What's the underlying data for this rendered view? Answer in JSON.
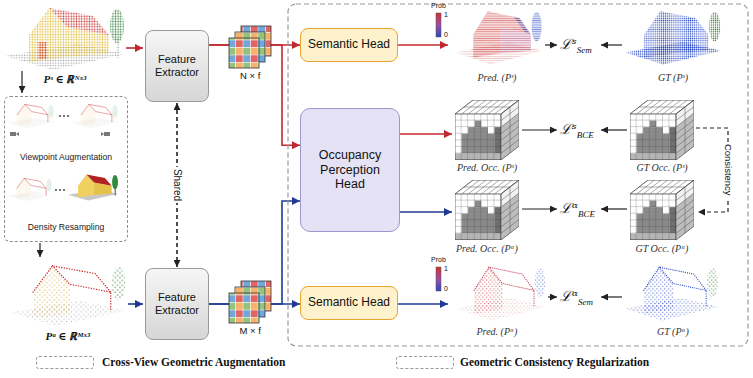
{
  "diagram": {
    "nodes": [
      {
        "text": [
          "Viewpoint Augmentation",
          "Density Resampling"
        ]
      },
      {
        "text": [
          "Feature Extractor"
        ]
      },
      {
        "text": [
          "Feature Extractor"
        ]
      },
      {
        "text": [
          "Semantic Head"
        ]
      },
      {
        "text": [
          "Occupancy Perception Head"
        ]
      },
      {
        "text": [
          "Semantic Head"
        ]
      }
    ],
    "edges": [
      {
        "from": 1,
        "to": 3,
        "arrow": "to"
      },
      {
        "from": 1,
        "to": 4,
        "arrow": "to"
      },
      {
        "from": 2,
        "to": 5,
        "arrow": "to"
      },
      {
        "from": 2,
        "to": 4,
        "arrow": "to"
      },
      {
        "from": 1,
        "to": 2,
        "arrow": "both",
        "label": "Shared"
      }
    ],
    "labels": [
      "Pˢ ∈ ℝᴺˣ³",
      "Pᵅ ∈ ℝᴹˣ³",
      "N × f",
      "M × f",
      "Prob",
      "1",
      "0",
      "Pred. (Pˢ)",
      "ℒˢ",
      "Sem",
      "GT (Pˢ)",
      "Pred. Occ. (Pˢ)",
      "ℒˢ",
      "BCE",
      "GT Occ. (Pˢ)",
      "Consistency",
      "Pred. Occ. (Pᵅ)",
      "ℒᵅ",
      "BCE",
      "GT Occ. (Pᵅ)",
      "Prob",
      "1",
      "0",
      "Pred. (Pᵅ)",
      "ℒᵅ",
      "Sem",
      "GT (Pᵅ)"
    ],
    "legend": [
      {
        "text": "Cross-View Geometric Augmentation"
      },
      {
        "text": "Geometric Consistency Regularization"
      }
    ]
  }
}
